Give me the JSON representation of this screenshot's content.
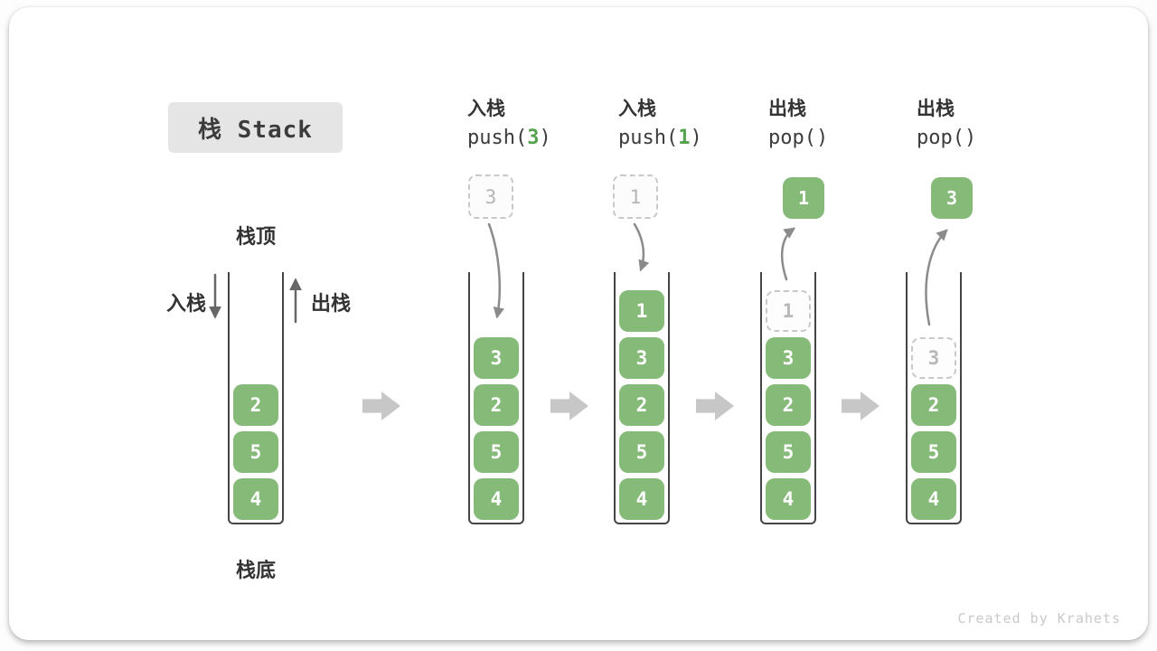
{
  "title": "栈 Stack",
  "watermark": "Created by Krahets",
  "side_labels": {
    "stack_top": "栈顶",
    "stack_bottom": "栈底",
    "push_label": "入栈",
    "pop_label": "出栈"
  },
  "colors": {
    "block_green": "#86ba79",
    "code_arg_green": "#55a24e",
    "title_bg": "#e5e5e5",
    "tube_line": "#454545",
    "step_arrow": "#c7c7c7",
    "motion_arrow": "#8b8b8b",
    "ghost_border": "#c9c9c9",
    "ghost_text": "#b9b9b9",
    "text_dark": "#333333"
  },
  "columns": [
    {
      "name": "initial",
      "slots": [
        {
          "v": "4"
        },
        {
          "v": "5"
        },
        {
          "v": "2"
        }
      ]
    },
    {
      "name": "push-3",
      "header": {
        "op": "入栈",
        "code_pre": "push(",
        "arg": "3",
        "code_post": ")"
      },
      "pending": "3",
      "slots": [
        {
          "v": "4"
        },
        {
          "v": "5"
        },
        {
          "v": "2"
        },
        {
          "v": "3"
        }
      ]
    },
    {
      "name": "push-1",
      "header": {
        "op": "入栈",
        "code_pre": "push(",
        "arg": "1",
        "code_post": ")"
      },
      "pending": "1",
      "slots": [
        {
          "v": "4"
        },
        {
          "v": "5"
        },
        {
          "v": "2"
        },
        {
          "v": "3"
        },
        {
          "v": "1"
        }
      ]
    },
    {
      "name": "pop-1",
      "header": {
        "op": "出栈",
        "code_pre": "pop(",
        "arg": "",
        "code_post": ")"
      },
      "popped": "1",
      "slots": [
        {
          "v": "4"
        },
        {
          "v": "5"
        },
        {
          "v": "2"
        },
        {
          "v": "3"
        },
        {
          "v": "1",
          "ghost": true
        }
      ]
    },
    {
      "name": "pop-3",
      "header": {
        "op": "出栈",
        "code_pre": "pop(",
        "arg": "",
        "code_post": ")"
      },
      "popped": "3",
      "slots": [
        {
          "v": "4"
        },
        {
          "v": "5"
        },
        {
          "v": "2"
        },
        {
          "v": "3",
          "ghost": true
        }
      ]
    }
  ]
}
